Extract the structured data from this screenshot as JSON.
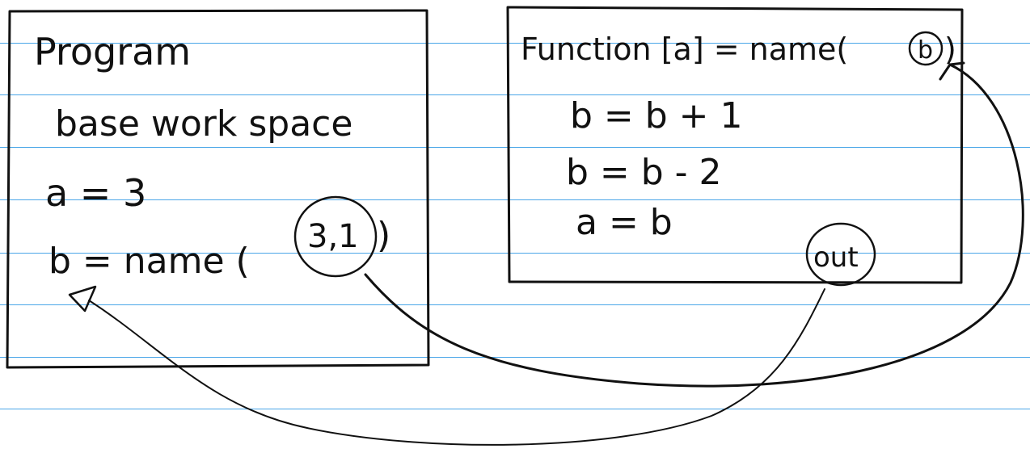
{
  "colors": {
    "ruled_line": "#4aa6e8",
    "ink": "#111111",
    "paper": "#ffffff"
  },
  "program_box": {
    "title": "Program",
    "subtitle": "base work space",
    "line1": "a = 3",
    "line2_lhs": "b = name (",
    "call_args": "3,1",
    "line2_close": ")"
  },
  "function_box": {
    "header_prefix": "Function [a] = name(",
    "param": "b",
    "header_close": ")",
    "line1": "b = b + 1",
    "line2": "b = b - 2",
    "line3": "a = b",
    "out_label": "out"
  }
}
